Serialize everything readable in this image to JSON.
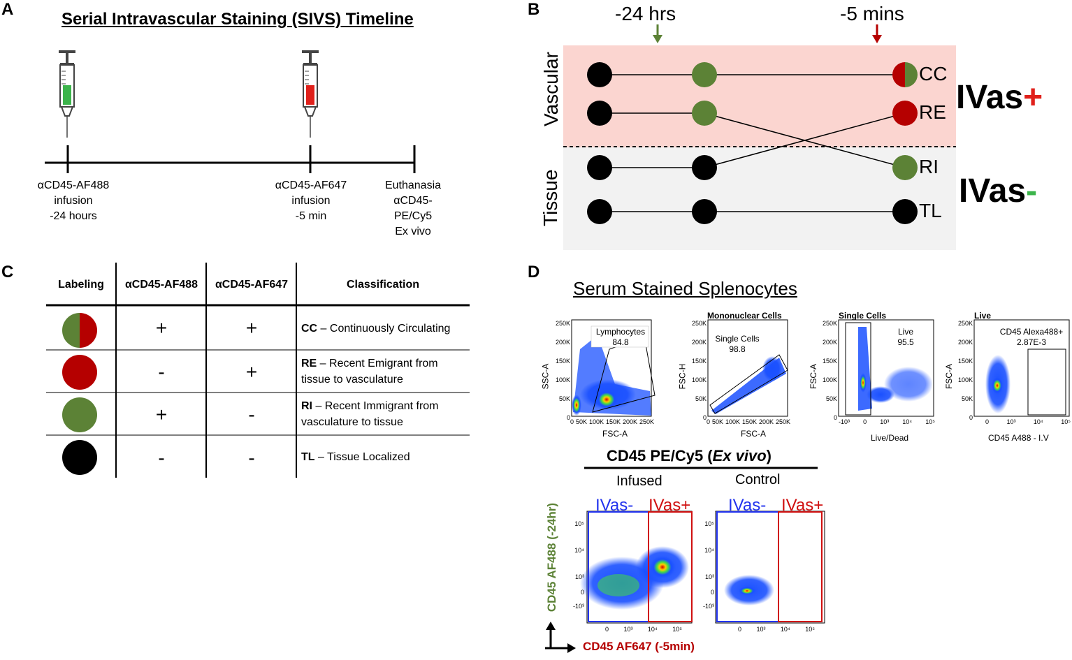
{
  "panels": {
    "a": "A",
    "b": "B",
    "c": "C",
    "d": "D"
  },
  "panel_a": {
    "title": "Serial Intravascular Staining (SIVS) Timeline",
    "events": [
      {
        "label": "αCD45-AF488\ninfusion\n-24 hours",
        "color": "#3cb44b"
      },
      {
        "label": "αCD45-AF647\ninfusion\n-5 min",
        "color": "#e0201b"
      },
      {
        "label": "Euthanasia\nαCD45-\nPE/Cy5\nEx vivo"
      }
    ]
  },
  "panel_b": {
    "time_labels": [
      "-24 hrs",
      "-5 mins"
    ],
    "compartments": [
      "Vascular",
      "Tissue"
    ],
    "rows": [
      "CC",
      "RE",
      "RI",
      "TL"
    ],
    "ivas_pos": {
      "text": "IVas",
      "sign": "+"
    },
    "ivas_neg": {
      "text": "IVas",
      "sign": "-"
    },
    "colors": {
      "green": "#5c8236",
      "red": "#b50000",
      "black": "#000000",
      "vascular_bg": "#fbd5d0",
      "tissue_bg": "#f2f2f2"
    }
  },
  "panel_c": {
    "headers": [
      "Labeling",
      "αCD45-AF488",
      "αCD45-AF647",
      "Classification"
    ],
    "rows": [
      {
        "fill": "half",
        "af488": "+",
        "af647": "+",
        "code": "CC",
        "desc": " – Continuously Circulating"
      },
      {
        "fill": "red",
        "af488": "-",
        "af647": "+",
        "code": "RE",
        "desc": " –  Recent Emigrant from tissue to vasculature"
      },
      {
        "fill": "green",
        "af488": "+",
        "af647": "-",
        "code": "RI",
        "desc": " –  Recent Immigrant from vasculature to tissue"
      },
      {
        "fill": "black",
        "af488": "-",
        "af647": "-",
        "code": "TL",
        "desc": " –  Tissue Localized"
      }
    ]
  },
  "panel_d": {
    "title": "Serum Stained Splenocytes",
    "plots": [
      {
        "header": "",
        "ylabel": "SSC-A",
        "xlabel": "FSC-A",
        "gate_name": "Lymphocytes",
        "gate_value": "84.8",
        "yticks": [
          "250K",
          "200K",
          "150K",
          "100K",
          "50K",
          "0"
        ],
        "xticks": [
          "0",
          "50K",
          "100K",
          "150K",
          "200K",
          "250K"
        ]
      },
      {
        "header": "Mononuclear Cells",
        "ylabel": "FSC-H",
        "xlabel": "FSC-A",
        "gate_name": "Single Cells",
        "gate_value": "98.8",
        "yticks": [
          "250K",
          "200K",
          "150K",
          "100K",
          "50K",
          "0"
        ],
        "xticks": [
          "0",
          "50K",
          "100K",
          "150K",
          "200K",
          "250K"
        ]
      },
      {
        "header": "Single Cells",
        "ylabel": "FSC-A",
        "xlabel": "Live/Dead",
        "gate_name": "Live",
        "gate_value": "95.5",
        "yticks": [
          "250K",
          "200K",
          "150K",
          "100K",
          "50K",
          "0"
        ],
        "xticks": [
          "-10³",
          "0",
          "10³",
          "10⁴",
          "10⁵"
        ]
      },
      {
        "header": "Live",
        "ylabel": "FSC-A",
        "xlabel": "CD45 A488 - I.V",
        "gate_name": "CD45 Alexa488+",
        "gate_value": "2.87E-3",
        "yticks": [
          "250K",
          "200K",
          "150K",
          "100K",
          "50K",
          "0"
        ],
        "xticks": [
          "0",
          "10³",
          "10⁴",
          "10⁵"
        ]
      }
    ],
    "cd45_title_prefix": "CD45 PE/Cy5 (",
    "cd45_title_italic": "Ex vivo",
    "cd45_title_suffix": ")",
    "conditions": [
      "Infused",
      "Control"
    ],
    "ivas_neg": "IVas-",
    "ivas_pos": "IVas+",
    "yaxis": "CD45 AF488 (-24hr)",
    "xaxis": "CD45 AF647 (-5min)",
    "bottom_yticks": [
      "10⁵",
      "10⁴",
      "10³",
      "0",
      "-10³"
    ],
    "bottom_xticks": [
      "0",
      "10³",
      "10⁴",
      "10⁵"
    ]
  }
}
